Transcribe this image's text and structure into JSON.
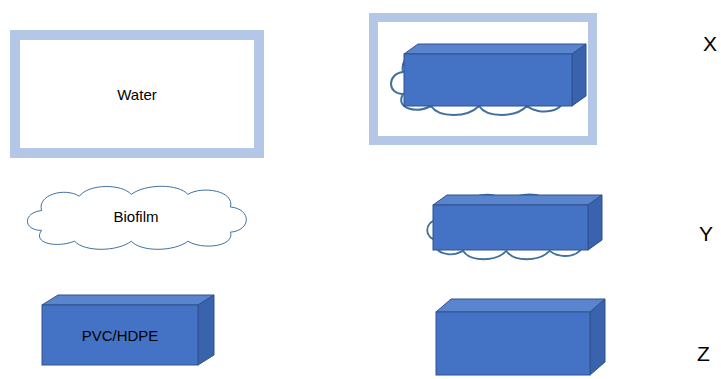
{
  "diagram": {
    "nodes": [
      {
        "text": [
          "Water"
        ]
      },
      {
        "text": [
          "Biofilm"
        ]
      },
      {
        "text": [
          "PVC/HDPE"
        ]
      }
    ],
    "labels": [
      "X",
      "Y",
      "Z"
    ]
  }
}
